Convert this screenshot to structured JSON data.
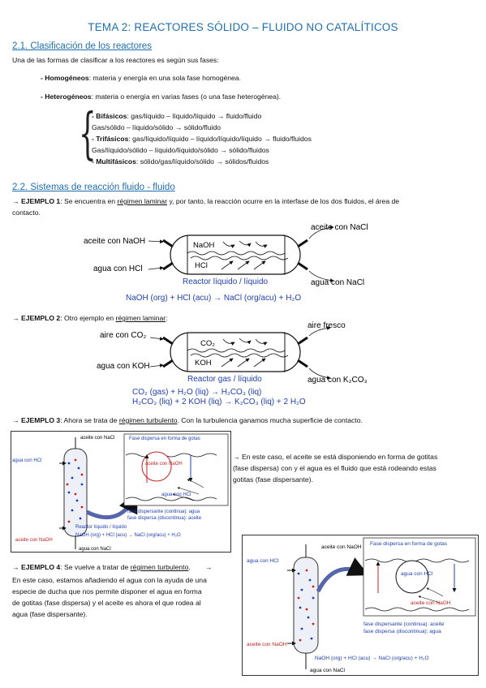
{
  "title": "TEMA 2: REACTORES SÓLIDO – FLUIDO NO CATALÍTICOS",
  "sec1": {
    "heading": "2.1. Clasificación de los reactores",
    "intro": "Una de las formas de clasificar a los reactores es según sus fases:",
    "homo_label": "- Homogéneos",
    "homo_text": ": materia y energía en una sola fase homogénea.",
    "hetero_label": "- Heterogéneos",
    "hetero_text": ": materia o energía en varias fases (o una fase heterogénea).",
    "bi_label": "- Bifásicos",
    "bi_text": ": gas/líquido – líquido/líquido → fluido/fluido",
    "bi_line2": "Gas/sólido – líquido/sólido → sólido/fluido",
    "tri_label": "- Trifásicos",
    "tri_text": ": gas/líquido/líquido – líquido/líquido/líquido → fluido/fluidos",
    "tri_line2": "Gas/líquido/sólido – líquido/líquido/sólido → sólido/fluidos",
    "multi_label": "- Multifásicos",
    "multi_text": ": sólido/gas/líquido/sólido → sólidos/fluidos"
  },
  "sec2": {
    "heading": "2.2. Sistemas de reacción fluido - fluido",
    "ej1_label": "→ EJEMPLO 1",
    "ej1_pre": ": Se encuentra en ",
    "ej1_u": "régimen laminar",
    "ej1_post": " y, por tanto, la reacción ocurre en la interfase de los dos fluidos, el área de",
    "ej1_line2": "contacto.",
    "ej2_label": "→ EJEMPLO 2",
    "ej2_pre": ": Otro ejemplo en ",
    "ej2_u": "régimen laminar",
    "ej2_post": ":",
    "ej3_label": "→ EJEMPLO 3",
    "ej3_pre": ": Ahora se trata de ",
    "ej3_u": "régimen turbulento",
    "ej3_post": ". Con la turbulencia ganamos mucha superficie de contacto.",
    "ej3_side": [
      "→ En este caso, el aceite se está disponiendo en forma de gotitas",
      "(fase dispersa) con y el agua es el fluido que está rodeando estas",
      "gotitas (fase dispersante)."
    ],
    "ej4_label": "→ EJEMPLO 4",
    "ej4_pre": ": Se vuelve a tratar de ",
    "ej4_u": "régimen turbulento",
    "ej4_post": ".",
    "ej4_arrow": "→",
    "ej4_body": [
      "En este caso, estamos añadiendo el agua con la ayuda de una",
      "especie de ducha que nos permite disponer el agua en forma",
      "de gotitas (fase dispersa) y el aceite es ahora el que rodea al",
      "agua (fase dispersante)."
    ]
  },
  "fig1": {
    "in_top": "aceite con NaOH",
    "in_bot": "agua con HCl",
    "out_top": "aceite con NaCl",
    "out_bot": "agua con NaCl",
    "inner_top": "NaOH",
    "inner_bot": "HCl",
    "caption": "Reactor líquido / líquido",
    "equation": "NaOH (org)  +  HCl (acu)   →   NaCl (org/acu)  +  H₂O"
  },
  "fig2": {
    "in_top": "aire con CO₂",
    "in_bot": "agua con KOH",
    "out_top": "aire fresco",
    "out_bot": "agua con K₂CO₃",
    "inner_top": "CO₂",
    "inner_bot": "KOH",
    "caption": "Reactor gas / líquido",
    "eq1": "CO₂ (gas) + H₂O (liq)   →   H₂CO₃ (liq)",
    "eq2": "H₂CO₃ (liq) + 2 KOH (liq)   →   K₂CO₃ (liq) + 2 H₂O"
  },
  "fig3": {
    "top_out": "aceite con NaCl",
    "in_hcl": "agua con HCl",
    "box_title": "Fase dispersa en forma de gotas",
    "drop": "aceite con NaOH",
    "water": "agua con HCl",
    "cont": "fase dispersante (continua):  agua",
    "disc": "fase dispersa (discontinua):  aceite",
    "in_naoh": "aceite con NaOH",
    "caption": "Reactor líquido / líquido",
    "eq": "NaOH (org)  +  HCl (acu)   →   NaCl (org/acu)  +  H₂O",
    "bot_out": "agua con NaCl"
  },
  "fig4": {
    "top_out": "aceite con NaOH",
    "in_hcl": "agua con HCl",
    "box_title": "Fase dispersa en forma de gotas",
    "drop": "agua con HCl",
    "water": "aceite con NaOH",
    "cont": "fase dispersante (continua):  aceite",
    "disc": "fase dispersa (discontinua):  agua",
    "in_naoh": "aceite con NaOH",
    "eq": "NaOH (org)  +  HCl (acu)   →   NaCl (org/acu)  +  H₂O",
    "bot_out": "agua con NaCl"
  }
}
